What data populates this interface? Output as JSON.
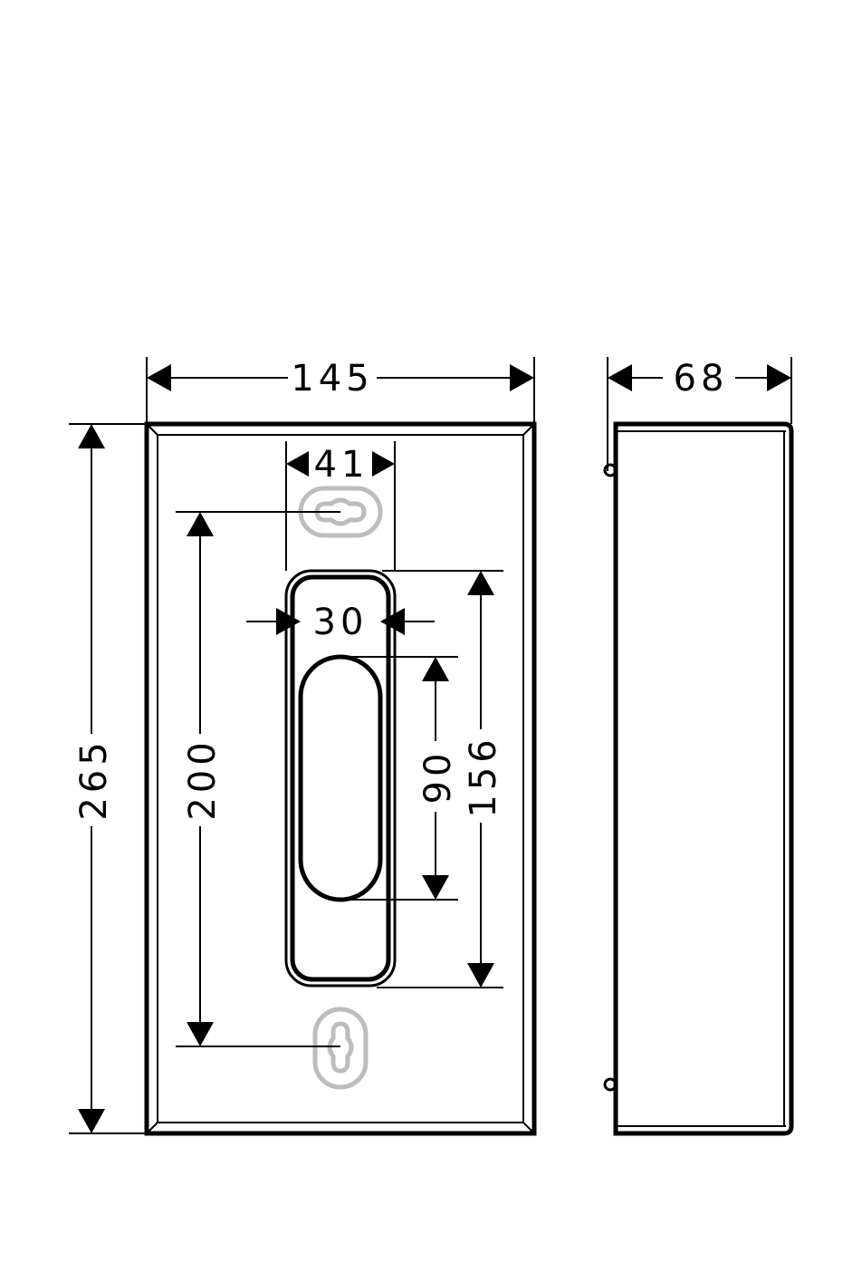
{
  "dimensions": {
    "width": "145",
    "height": "265",
    "depth": "68",
    "slot_spacing": "41",
    "inner_opening_width": "30",
    "mount_hole_spacing": "200",
    "dispenser_slot_height": "90",
    "opening_height": "156"
  },
  "colors": {
    "line": "#000000",
    "keyhole_outline": "#bdbdbd",
    "background": "#ffffff"
  }
}
